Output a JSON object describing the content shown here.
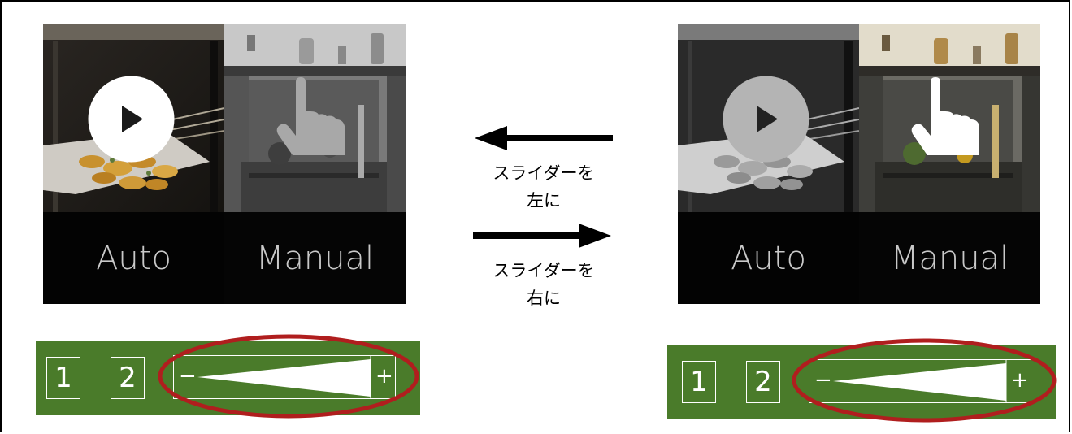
{
  "left_panel": {
    "auto_label": "Auto",
    "manual_label": "Manual"
  },
  "right_panel": {
    "auto_label": "Auto",
    "manual_label": "Manual"
  },
  "left_slider": {
    "btn1": "1",
    "btn2": "2",
    "minus": "−",
    "plus": "+"
  },
  "right_slider": {
    "btn1": "1",
    "btn2": "2",
    "minus": "−",
    "plus": "+"
  },
  "arrows": {
    "left_line1": "スライダーを",
    "left_line2": "左に",
    "right_line1": "スライダーを",
    "right_line2": "右に"
  },
  "colors": {
    "slider_green": "#4a7b2a",
    "highlight_ellipse": "#b01e1e"
  },
  "icons": [
    "play-icon",
    "hand-pointer-icon",
    "arrow-left-icon",
    "arrow-right-icon"
  ]
}
